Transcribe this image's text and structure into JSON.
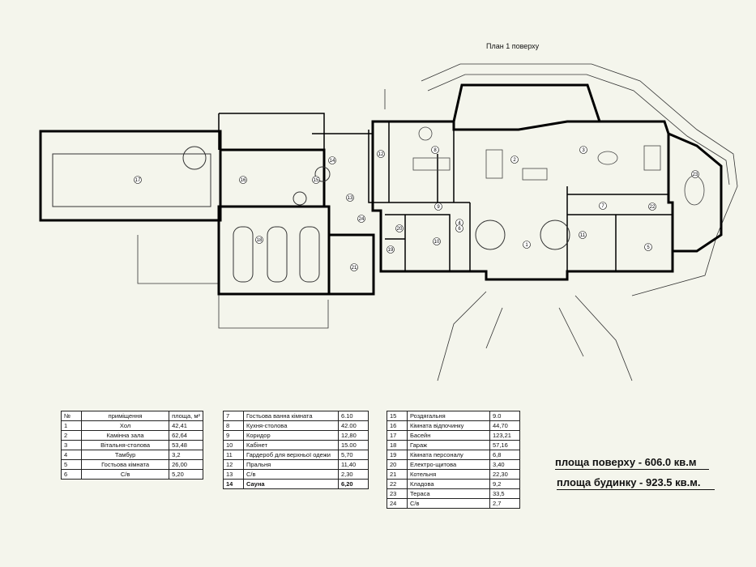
{
  "plan": {
    "title": "План 1 поверху",
    "room_labels": [
      "1",
      "2",
      "3",
      "4",
      "5",
      "6",
      "7",
      "8",
      "9",
      "10",
      "11",
      "12",
      "13",
      "14",
      "15",
      "16",
      "17",
      "18",
      "19",
      "20",
      "21",
      "22",
      "23",
      "24"
    ]
  },
  "table1": {
    "header": {
      "num": "№",
      "name": "приміщення",
      "area": "площа, м²"
    },
    "rows": [
      {
        "num": "1",
        "name": "Хол",
        "area": "42,41"
      },
      {
        "num": "2",
        "name": "Камінна зала",
        "area": "62,64"
      },
      {
        "num": "3",
        "name": "Вітальня-столова",
        "area": "53,48"
      },
      {
        "num": "4",
        "name": "Тамбур",
        "area": "3,2"
      },
      {
        "num": "5",
        "name": "Гостьова кімната",
        "area": "26,00"
      },
      {
        "num": "6",
        "name": "С/в",
        "area": "5,20"
      }
    ]
  },
  "table2": {
    "rows": [
      {
        "num": "7",
        "name": "Гостьова ванна кімната",
        "area": "6.10"
      },
      {
        "num": "8",
        "name": "Кухня-столова",
        "area": "42.00"
      },
      {
        "num": "9",
        "name": "Коридор",
        "area": "12,80"
      },
      {
        "num": "10",
        "name": "Кабінет",
        "area": "15.00"
      },
      {
        "num": "11",
        "name": "Гардероб для верхньої одежи",
        "area": "5,70"
      },
      {
        "num": "12",
        "name": "Пральня",
        "area": "11,40"
      },
      {
        "num": "13",
        "name": "С/в",
        "area": "2,30"
      },
      {
        "num": "14",
        "name": "Сауна",
        "area": "6,20"
      }
    ]
  },
  "table3": {
    "rows": [
      {
        "num": "15",
        "name": "Роздягальня",
        "area": "9.0"
      },
      {
        "num": "16",
        "name": "Кімната відпочинку",
        "area": "44,70"
      },
      {
        "num": "17",
        "name": "Басейн",
        "area": "123,21"
      },
      {
        "num": "18",
        "name": "Гараж",
        "area": "57,16"
      },
      {
        "num": "19",
        "name": "Кімната персоналу",
        "area": "6,8"
      },
      {
        "num": "20",
        "name": "Електро-щитова",
        "area": "3,40"
      },
      {
        "num": "21",
        "name": "Котельня",
        "area": "22,30"
      },
      {
        "num": "22",
        "name": "Кладова",
        "area": "9,2"
      },
      {
        "num": "23",
        "name": "Тераса",
        "area": "33,5"
      },
      {
        "num": "24",
        "name": "С/в",
        "area": "2,7"
      }
    ]
  },
  "summary": {
    "floor_area": "площа поверху  - 606.0 кв.м",
    "house_area": "площа будинку  - 923.5 кв.м."
  }
}
